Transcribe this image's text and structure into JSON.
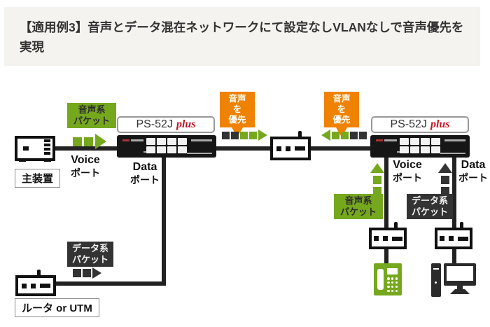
{
  "title": {
    "line1": "【適用例3】音声とデータ混在ネットワークにて設定なしVLANなしで音声優先を",
    "line2": "実現"
  },
  "switch": {
    "model": "PS-52J",
    "variant": "plus"
  },
  "devices": {
    "main_unit": "主装置",
    "router": "ルータ or UTM"
  },
  "ports": {
    "voice": "Voice",
    "data": "Data",
    "suffix": "ポート"
  },
  "tags": {
    "voice_packet": {
      "line1": "音声系",
      "line2": "パケット"
    },
    "data_packet": {
      "line1": "データ系",
      "line2": "パケット"
    },
    "voice_priority": {
      "line1": "音声を",
      "line2": "優先"
    }
  },
  "colors": {
    "green": "#76a81e",
    "orange": "#ef8200",
    "dark": "#333333",
    "line": "#222222",
    "title_bg": "#f4f3ef",
    "plus_red": "#c41425"
  }
}
